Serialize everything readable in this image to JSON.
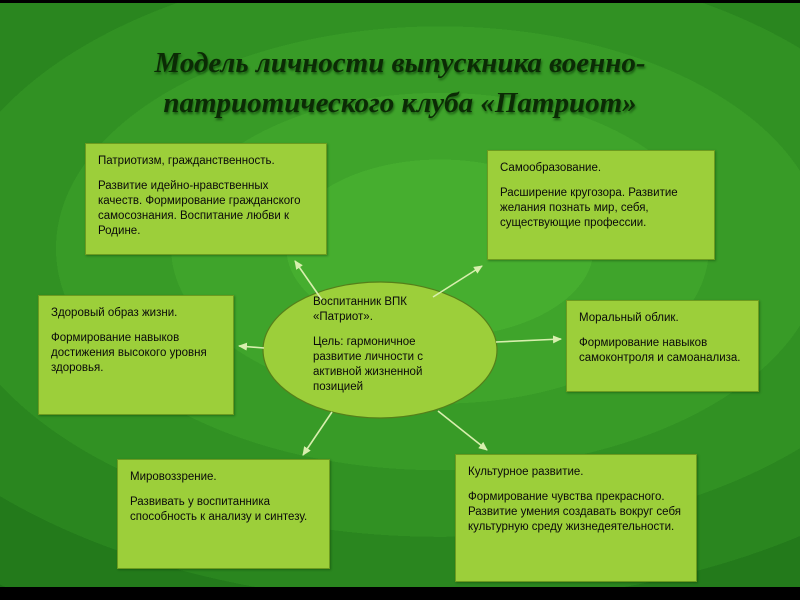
{
  "slide": {
    "title": "Модель личности выпускника военно-патриотического клуба «Патриот»",
    "center": {
      "paragraphs": [
        "Воспитанник ВПК «Патриот».",
        "Цель: гармоничное развитие личности с активной жизненной позицией"
      ]
    },
    "boxes": [
      {
        "name": "patriotism",
        "paragraphs": [
          "Патриотизм, гражданственность.",
          "Развитие идейно-нравственных качеств. Формирование гражданского самосознания. Воспитание любви к Родине."
        ]
      },
      {
        "name": "self-education",
        "paragraphs": [
          "Самообразование.",
          "Расширение кругозора. Развитие желания познать мир, себя, существующие профессии."
        ]
      },
      {
        "name": "healthy-lifestyle",
        "paragraphs": [
          "Здоровый образ жизни.",
          "Формирование навыков достижения высокого уровня здоровья."
        ]
      },
      {
        "name": "moral-character",
        "paragraphs": [
          "Моральный облик.",
          "Формирование навыков самоконтроля и самоанализа."
        ]
      },
      {
        "name": "worldview",
        "paragraphs": [
          "Мировоззрение.",
          "Развивать у воспитанника способность к анализу и синтезу."
        ]
      },
      {
        "name": "cultural-development",
        "paragraphs": [
          "Культурное развитие.",
          "Формирование чувства прекрасного. Развитие умения создавать вокруг себя культурную среду жизнедеятельности."
        ]
      }
    ]
  },
  "theme": {
    "box-fill": "#9ccf3a",
    "node-fill": "#9ccf3a",
    "node-stroke": "#557f1a",
    "connector": "#d8efae",
    "title-color": "#0b2b05",
    "text-color": "#0a0a0a"
  }
}
